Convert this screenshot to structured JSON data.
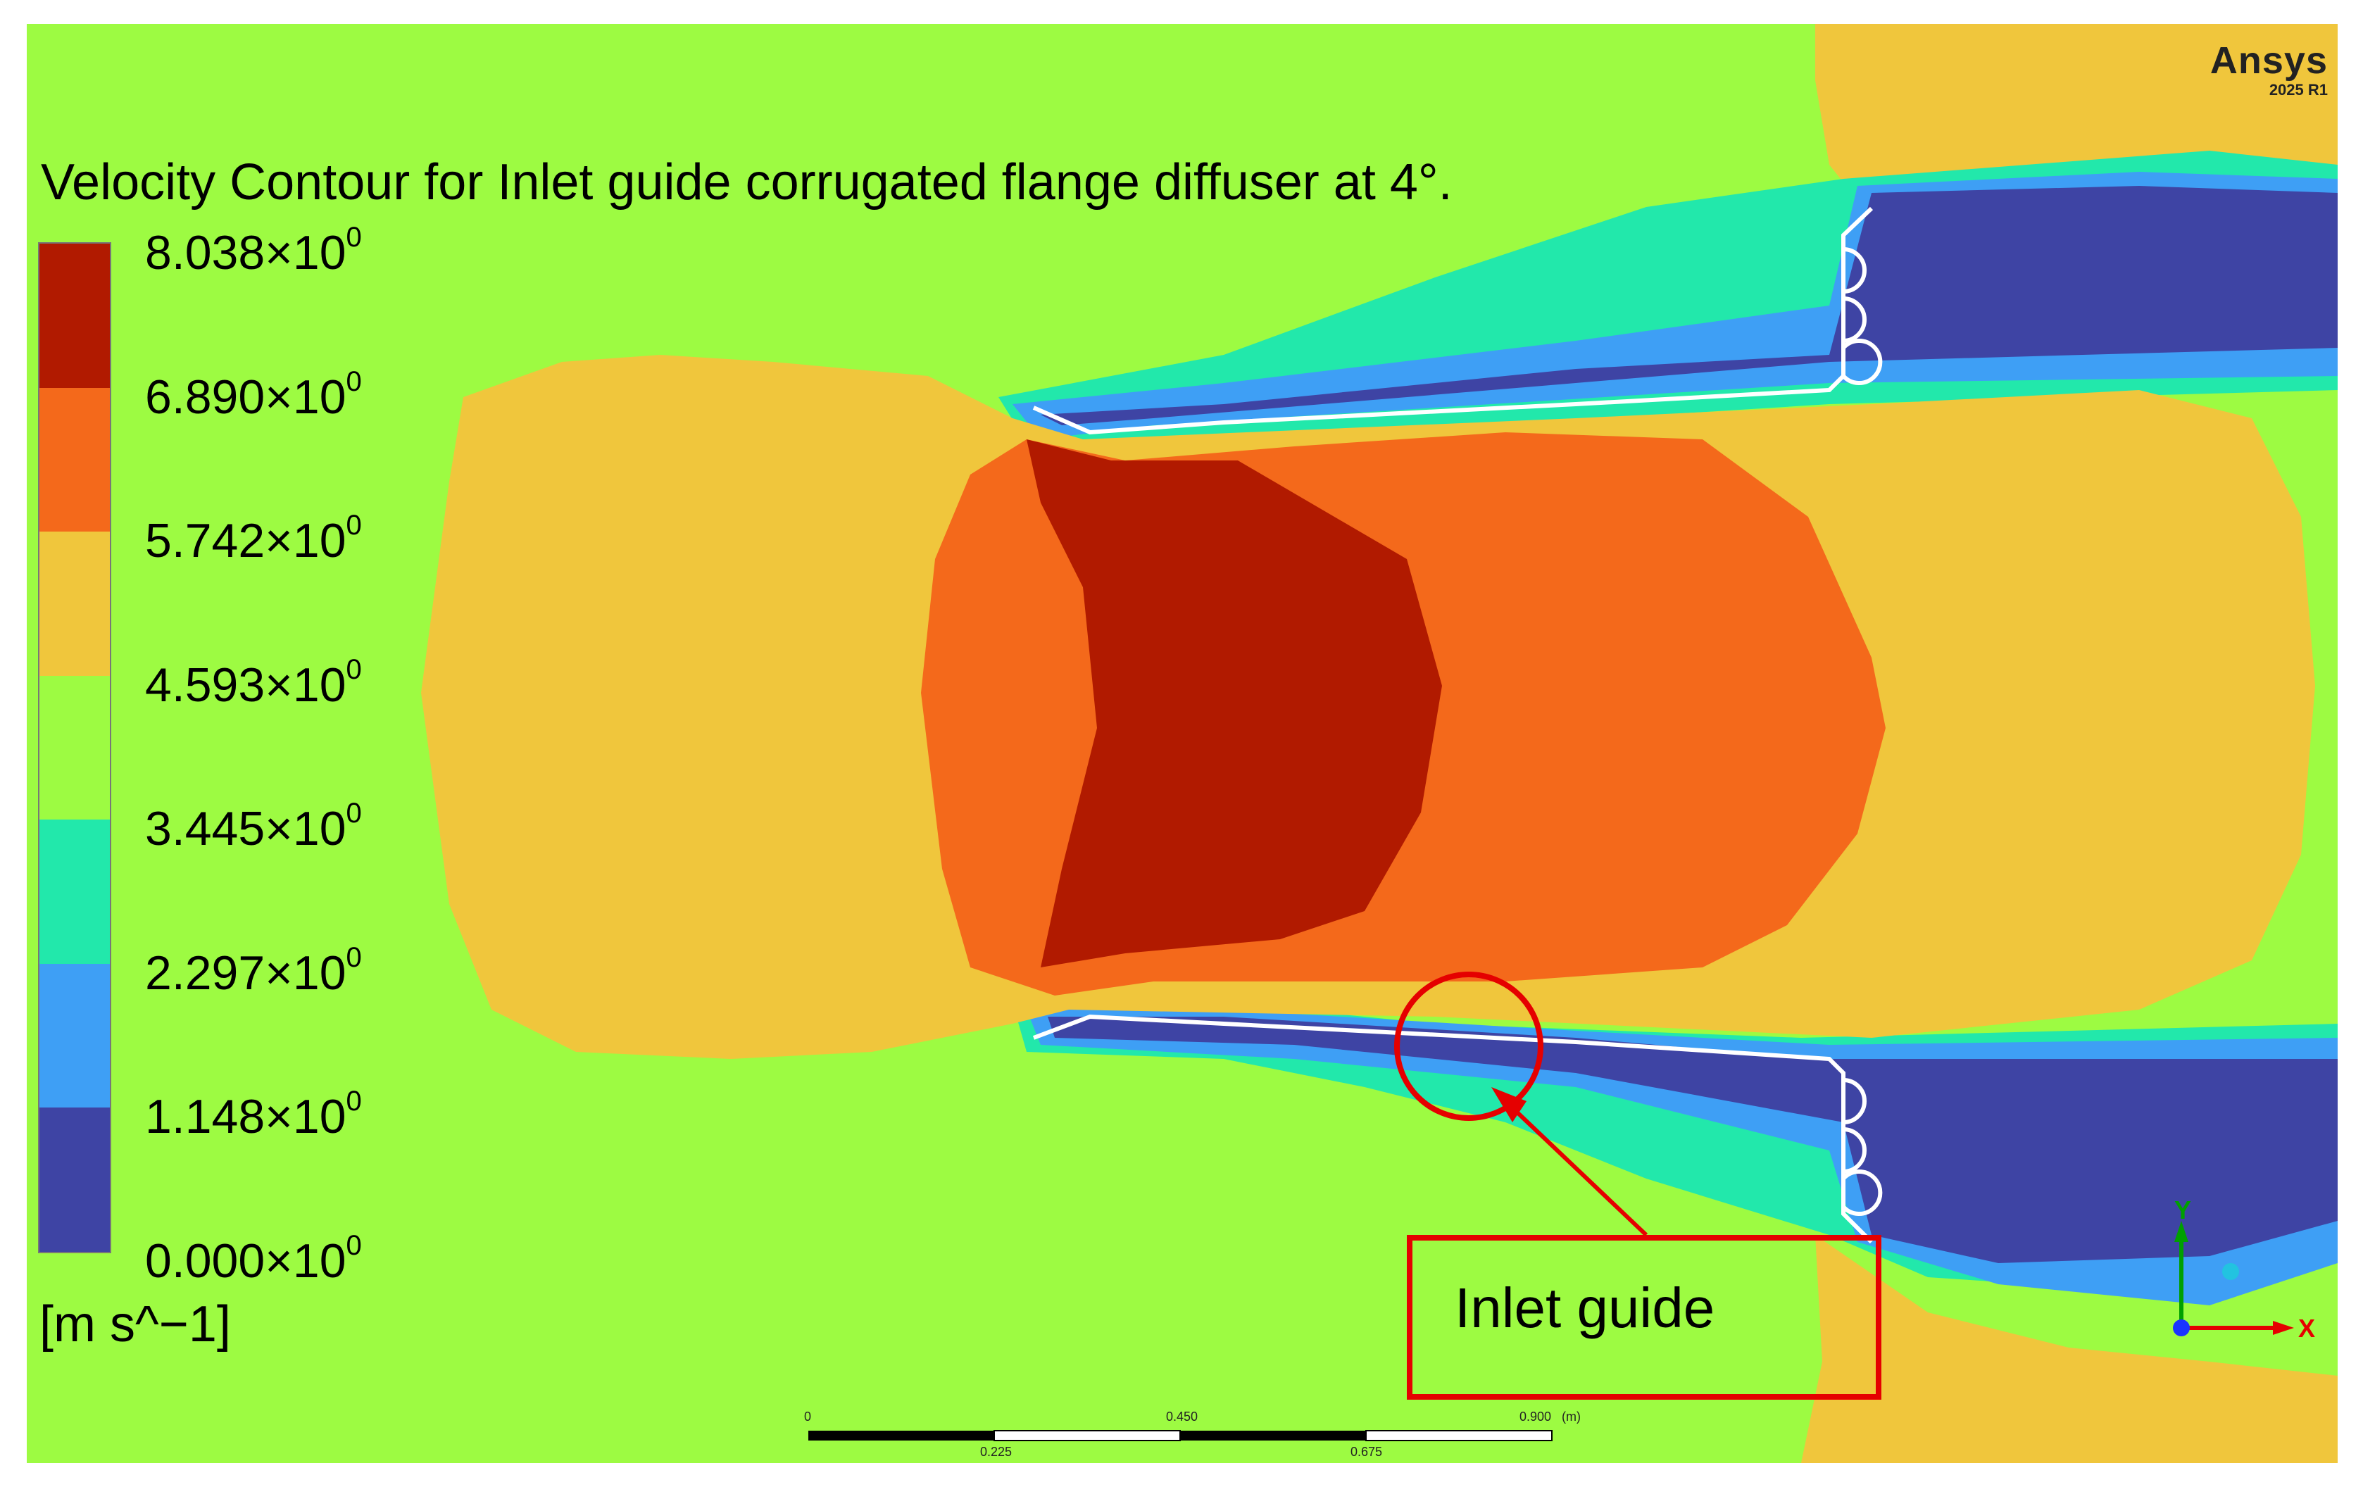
{
  "title": "Velocity Contour for Inlet guide corrugated flange diffuser at 4°.",
  "logo": {
    "brand": "Ansys",
    "version": "2025 R1"
  },
  "legend": {
    "unit": "[m s^−1]",
    "exponent": "0",
    "levels": [
      "8.038×10",
      "6.890×10",
      "5.742×10",
      "4.593×10",
      "3.445×10",
      "2.297×10",
      "1.148×10",
      "0.000×10"
    ],
    "colors": [
      "#b11a00",
      "#f4691b",
      "#f0c63c",
      "#9dfb42",
      "#22e8ab",
      "#3e9ff5",
      "#3e44a4"
    ]
  },
  "annotation": {
    "label": "Inlet guide",
    "color": "#e50000"
  },
  "scale_bar": {
    "labels_top": [
      "0",
      "0.450",
      "0.900"
    ],
    "labels_bottom": [
      "0.225",
      "0.675"
    ],
    "unit": "(m)"
  },
  "triad": {
    "x_label": "X",
    "y_label": "Y"
  }
}
